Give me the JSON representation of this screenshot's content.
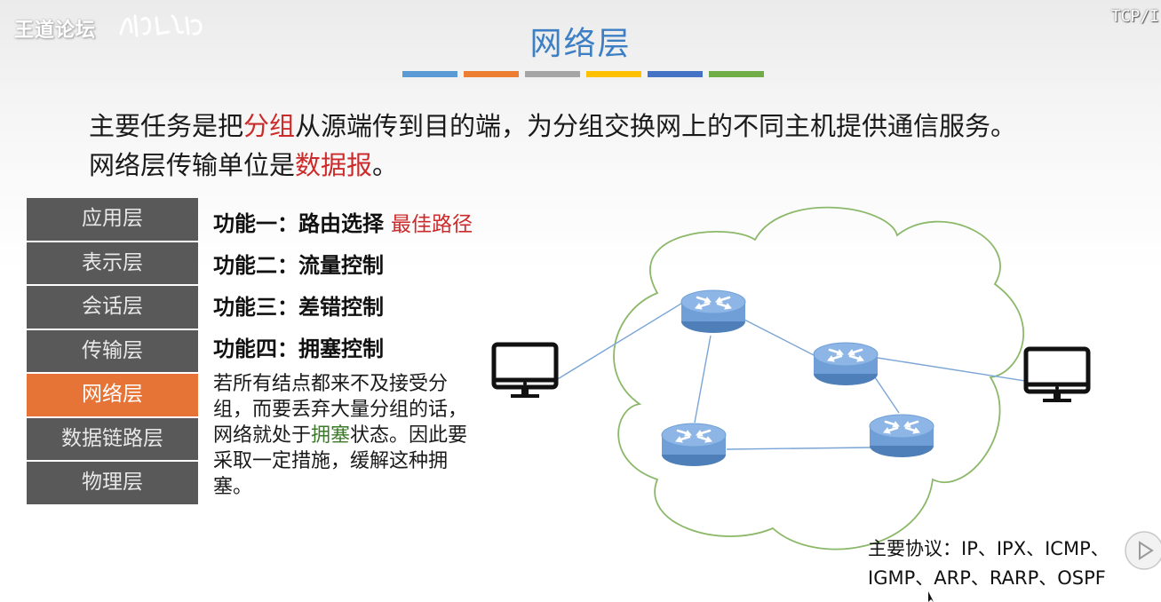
{
  "watermark": {
    "text": "王道论坛"
  },
  "corner_label": "TCP/I",
  "slide": {
    "title": "网络层",
    "title_bar_colors": [
      "#5b9bd5",
      "#ed7d31",
      "#a5a5a5",
      "#ffc000",
      "#4472c4",
      "#70ad47"
    ],
    "intro": {
      "line1_pre": "主要任务是把",
      "line1_highlight": "分组",
      "line1_post": "从源端传到目的端，为分组交换网上的不同主机提供通信服务。",
      "line2_pre": "网络层传输单位是",
      "line2_highlight": "数据报",
      "line2_post": "。"
    },
    "layers": [
      "应用层",
      "表示层",
      "会话层",
      "传输层",
      "网络层",
      "数据链路层",
      "物理层"
    ],
    "active_layer": "网络层",
    "functions": {
      "f1": "功能一：路由选择",
      "f1_note": "最佳路径",
      "f2": "功能二：流量控制",
      "f3": "功能三：差错控制",
      "f4": "功能四：拥塞控制"
    },
    "congestion_text": {
      "pre": "若所有结点都来不及接受分组，而要丢弃大量分组的话，网络就处于",
      "highlight": "拥塞",
      "post": "状态。因此要采取一定措施，缓解这种拥塞。"
    },
    "protocols": {
      "line1": "主要协议：IP、IPX、ICMP、",
      "line2": "IGMP、ARP、RARP、OSPF"
    }
  },
  "colors": {
    "title": "#3d7fc4",
    "highlight_red": "#cc2b2b",
    "highlight_green": "#3c7a2a",
    "layer_bg": "#595959",
    "layer_active": "#e57436",
    "cloud_stroke": "#8cb86a",
    "router_fill": "#6f9fd6",
    "link": "#7aa5d6"
  },
  "icons": {
    "host": "monitor-icon",
    "router": "router-icon",
    "side_button": "play-arrow-icon"
  }
}
